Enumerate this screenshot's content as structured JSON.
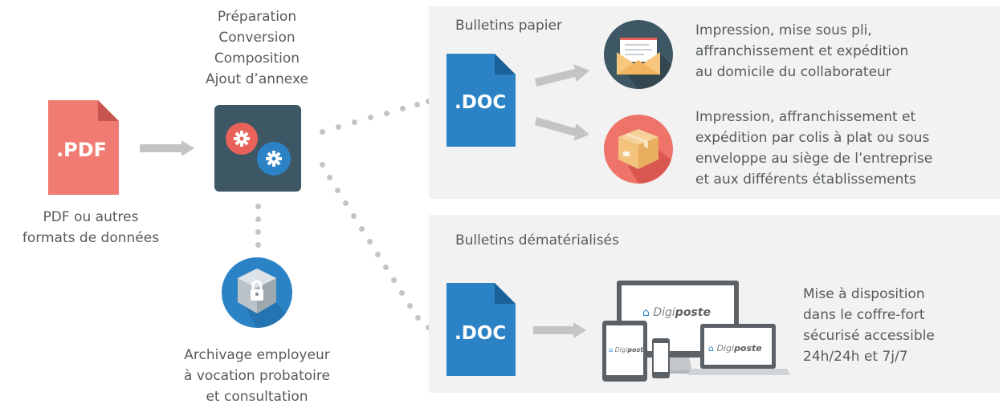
{
  "source": {
    "file_label": ".PDF",
    "caption_line1": "PDF ou autres",
    "caption_line2": "formats de données"
  },
  "processing": {
    "steps": [
      "Préparation",
      "Conversion",
      "Composition",
      "Ajout d’annexe"
    ]
  },
  "archive": {
    "caption_line1": "Archivage employeur",
    "caption_line2": "à vocation probatoire",
    "caption_line3": "et consultation"
  },
  "paper": {
    "title": "Bulletins papier",
    "doc_label": ".DOC",
    "option1": {
      "icon": "envelope-icon",
      "lines": [
        "Impression, mise sous pli,",
        "affranchissement et expédition",
        "au domicile du collaborateur"
      ]
    },
    "option2": {
      "icon": "package-icon",
      "lines": [
        "Impression, affranchissement et",
        "expédition par colis à plat ou sous",
        "enveloppe au siège de l’entreprise",
        "et aux différents établissements"
      ]
    }
  },
  "digital": {
    "title": "Bulletins dématérialisés",
    "doc_label": ".DOC",
    "brand_prefix": "Digi",
    "brand_suffix": "poste",
    "lines": [
      "Mise à disposition",
      "dans le coffre-fort",
      "sécurisé accessible",
      "24h/24h et 7j/7"
    ]
  },
  "colors": {
    "pdf": "#f07b72",
    "doc": "#2b83c6",
    "gear_box": "#3e5764",
    "panel": "#f2f2f2",
    "arrow": "#c4c4c4",
    "text": "#555a5e"
  }
}
